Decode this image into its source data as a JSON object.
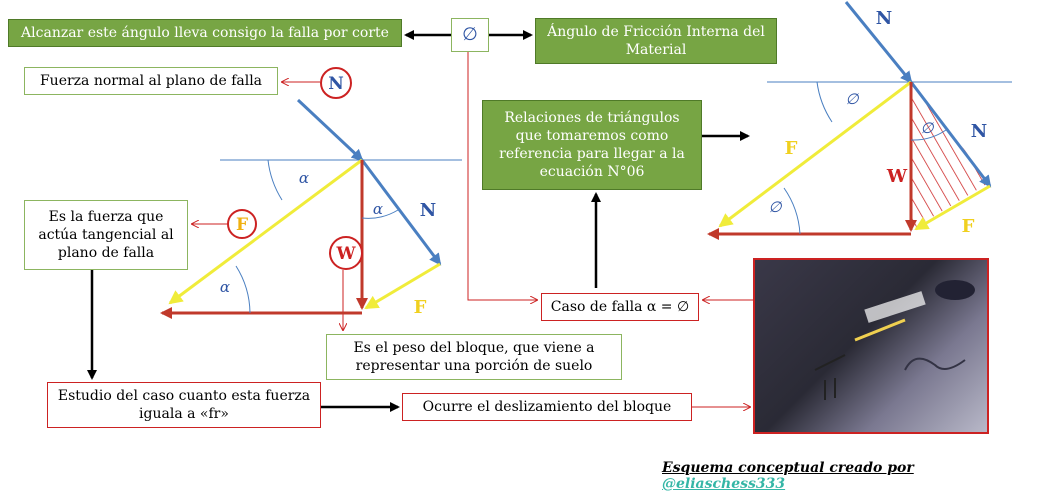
{
  "boxes": {
    "top_left": "Alcanzar este ángulo lleva consigo la falla por corte",
    "phi_symbol": "∅",
    "friction": "Ángulo de Fricción Interna del Material",
    "normal_force": "Fuerza normal al plano de falla",
    "triangles": "Relaciones de triángulos que tomaremos como referencia para llegar a la ecuación N°06",
    "tangential": "Es la fuerza que actúa tangencial al plano de falla",
    "failure_case": "Caso de falla α = ∅",
    "weight": "Es el peso del bloque, que viene a representar una porción de suelo",
    "study_case": "Estudio del caso cuanto esta fuerza iguala a «fr»",
    "sliding": "Ocurre el deslizamiento del bloque"
  },
  "labels": {
    "N": "N",
    "F": "F",
    "W": "W",
    "alpha": "α",
    "phi": "∅"
  },
  "credit": {
    "prefix": "Esquema  conceptual creado por ",
    "handle": "@eliaschess333"
  },
  "colors": {
    "green": "#77a544",
    "red": "#cc2222",
    "blue": "#4a7fc1",
    "yellow": "#f0ec3a",
    "dark_red": "#c0392b"
  }
}
